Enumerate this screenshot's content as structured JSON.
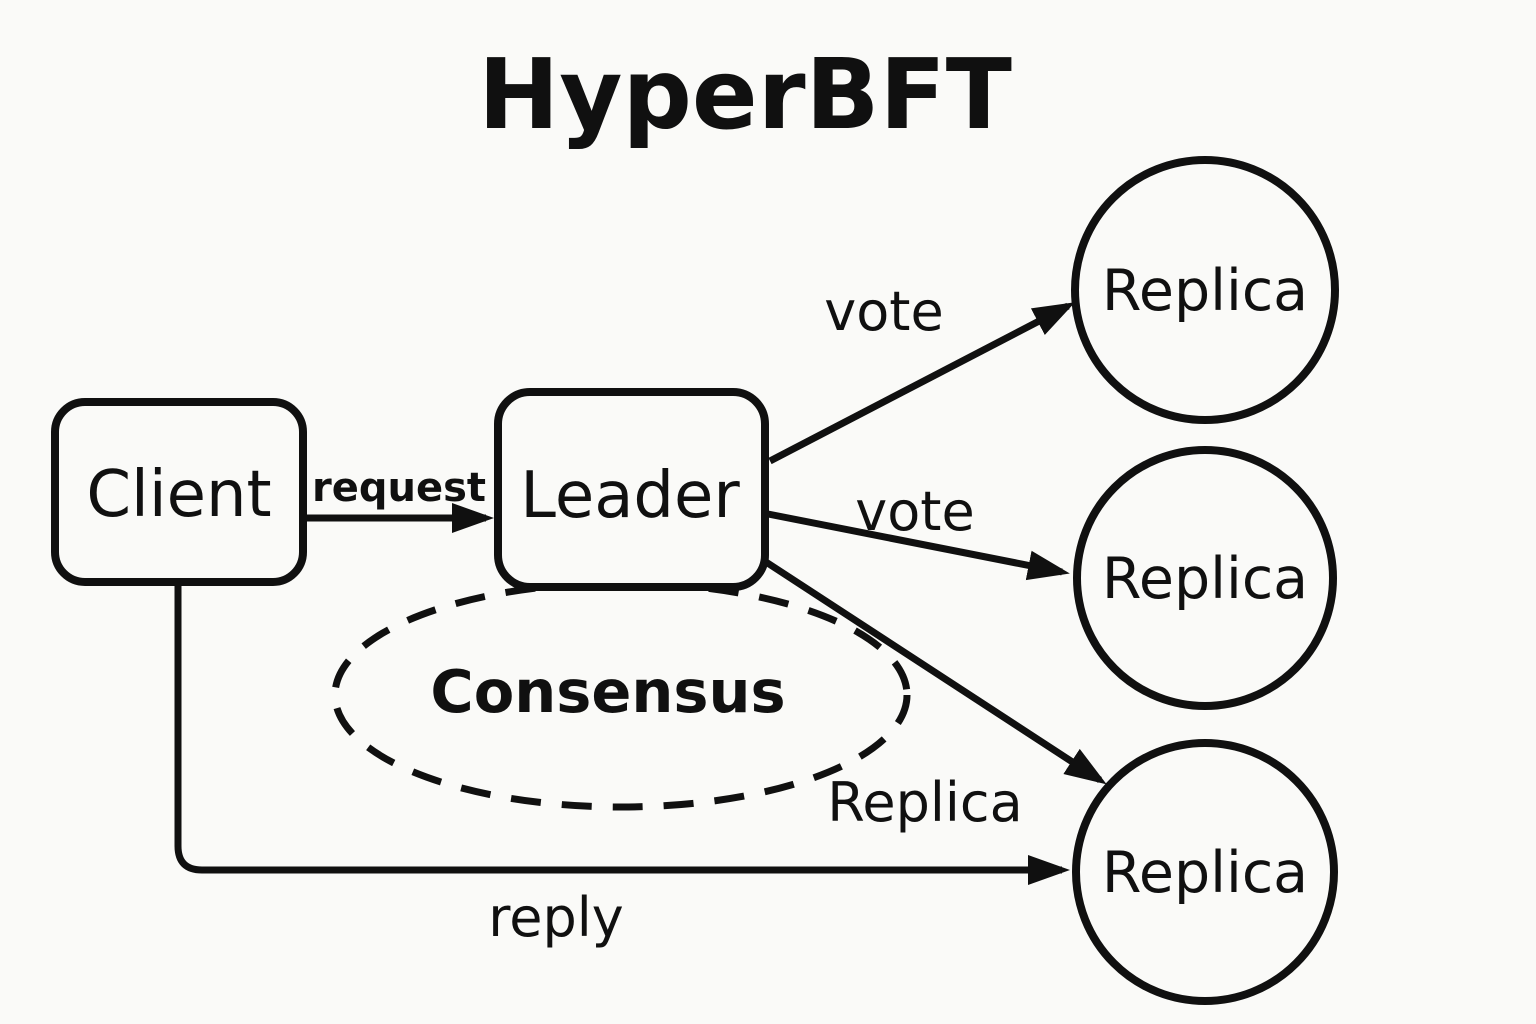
{
  "title": "HyperBFT",
  "colors": {
    "background": "#fafaf8",
    "ink": "#101010"
  },
  "nodes": {
    "client": {
      "label": "Client"
    },
    "leader": {
      "label": "Leader"
    },
    "replica_top": {
      "label": "Replica"
    },
    "replica_middle": {
      "label": "Replica"
    },
    "replica_bottom": {
      "label": "Replica"
    }
  },
  "group": {
    "consensus": {
      "label": "Consensus"
    }
  },
  "edges": {
    "request": {
      "label": "request",
      "from": "Client",
      "to": "Leader"
    },
    "vote_top": {
      "label": "vote",
      "from": "Leader",
      "to": "Replica"
    },
    "vote_middle": {
      "label": "vote",
      "from": "Leader",
      "to": "Replica"
    },
    "vote_bottom": {
      "label": "",
      "from": "Leader",
      "to": "Replica"
    },
    "reply": {
      "label": "reply",
      "from": "Client",
      "to": "Replica"
    }
  },
  "floating_labels": {
    "replica_outer": "Replica"
  }
}
